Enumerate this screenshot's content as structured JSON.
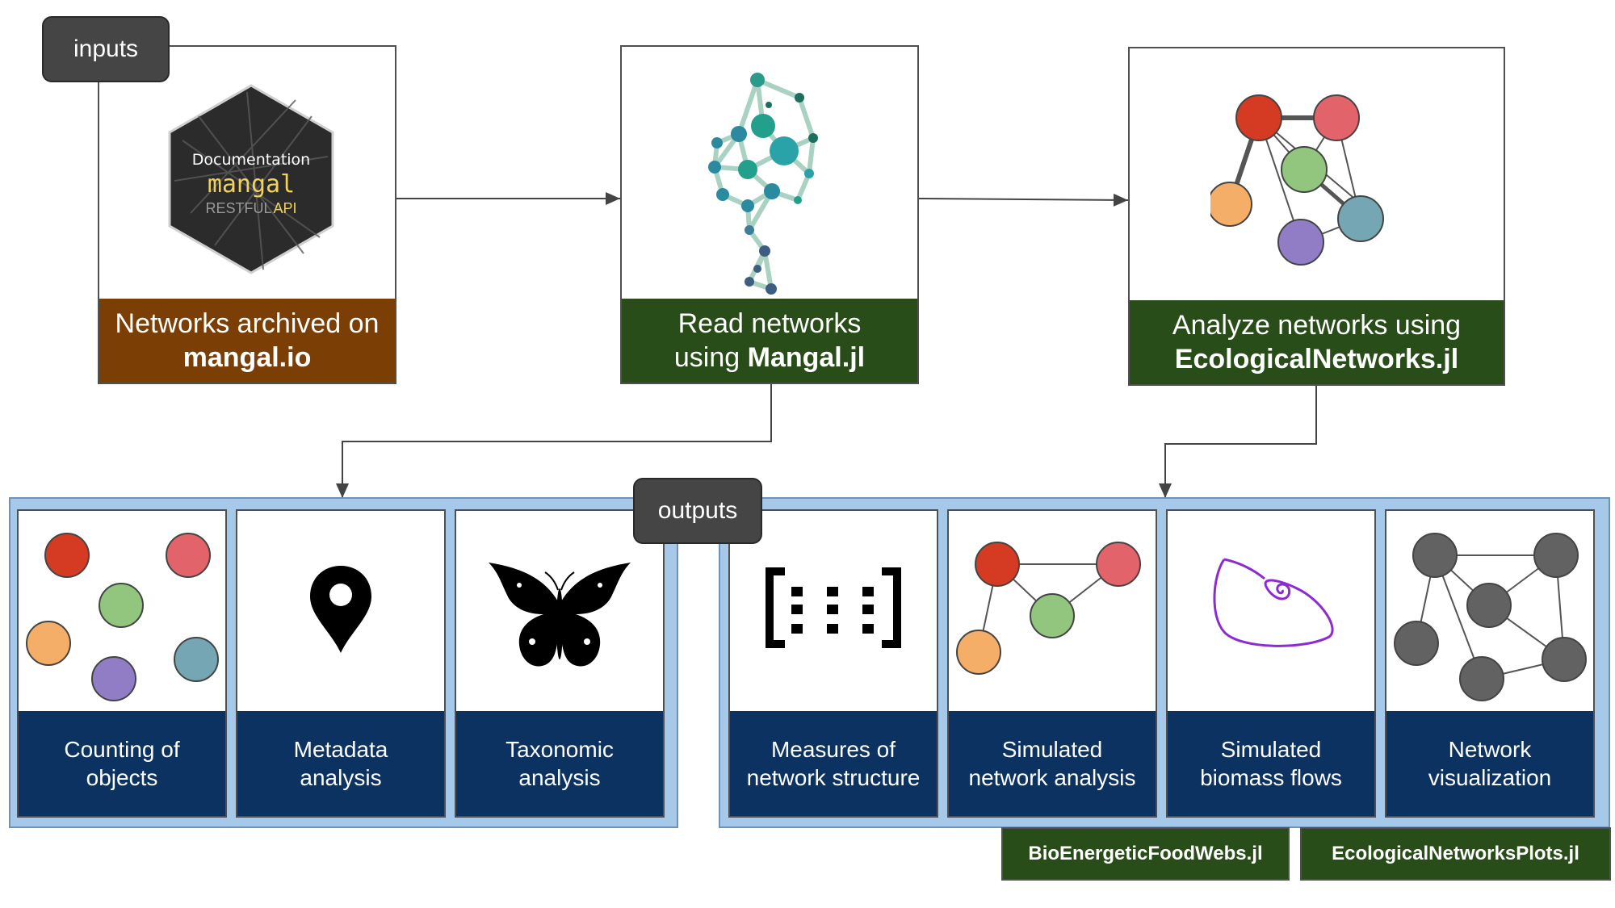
{
  "tags": {
    "inputs": "inputs",
    "outputs": "outputs"
  },
  "inputs_card": {
    "logo": {
      "line1": "Documentation",
      "line2": "mangal",
      "line3a": "RESTFUL",
      "line3b": "API"
    },
    "label_line1": "Networks archived on",
    "label_line2": "mangal.io"
  },
  "read_card": {
    "label_line1": "Read networks",
    "label_line2a": "using ",
    "label_line2b": "Mangal.jl"
  },
  "analyze_card": {
    "label_line1": "Analyze networks using",
    "label_line2": "EcologicalNetworks.jl"
  },
  "outputs_left": [
    {
      "line1": "Counting of",
      "line2": "objects",
      "icon": "colored-dots-icon"
    },
    {
      "line1": "Metadata",
      "line2": "analysis",
      "icon": "location-pin-icon"
    },
    {
      "line1": "Taxonomic",
      "line2": "analysis",
      "icon": "butterfly-icon"
    }
  ],
  "outputs_right": [
    {
      "line1": "Measures of",
      "line2": "network structure",
      "icon": "matrix-icon"
    },
    {
      "line1": "Simulated",
      "line2": "network analysis",
      "icon": "network-graph-icon"
    },
    {
      "line1": "Simulated",
      "line2": "biomass flows",
      "icon": "spiral-icon"
    },
    {
      "line1": "Network",
      "line2": "visualization",
      "icon": "gray-network-icon"
    }
  ],
  "packages": {
    "bio": "BioEnergeticFoodWebs.jl",
    "plots": "EcologicalNetworksPlots.jl"
  },
  "colors": {
    "red": "#d43b22",
    "pink": "#e2636a",
    "green": "#92c57d",
    "orange": "#f4ae67",
    "purple": "#917dc6",
    "teal": "#74a6b3",
    "gray": "#626262"
  }
}
